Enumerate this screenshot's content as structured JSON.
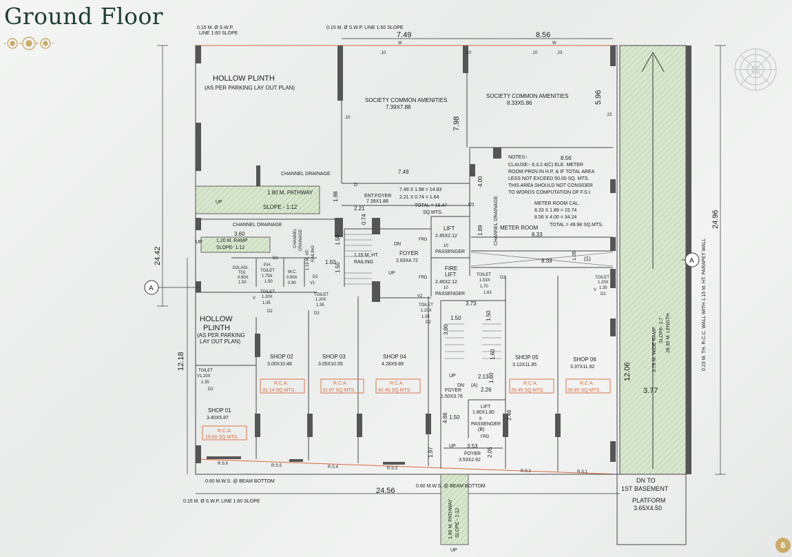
{
  "page": {
    "title": "Ground Floor",
    "page_number": "6"
  },
  "top_notes": {
    "swp_left": "0.15 M. Ø S.W.P.",
    "swp_left_line": "LINE 1:60 SLOPE",
    "swp_center": "0.15 M. Ø S.W.P. LINE 1:60 SLOPE",
    "swp_bottom": "0.15 M. Ø S.W.P. LINE 1:60 SLOPE"
  },
  "dimensions": {
    "top_749": "7.49",
    "top_856": "8.56",
    "left_2442": "24.42",
    "left_1218": "12.18",
    "right_2496": "24.96",
    "bottom_2456": "24.56",
    "v_798": "7.98",
    "v_596": "5.96",
    "v_1206": "12.06",
    "h_377": "3.77",
    "d_749b": "7.49",
    "d_221": "2.21",
    "d_198": "1.98",
    "d_074": "0.74",
    "d_856b": "8.56",
    "d_833a": "8.33",
    "d_833b": "8.33",
    "d_400": "4.00",
    "d_189": "1.89",
    "d_105": "1.05",
    "d_360": "3.60",
    "d_150a": "1.50",
    "d_150b": "1.50",
    "d_150c": "1.50",
    "d_373": "3.73",
    "d_150d": "1.50",
    "d_150e": "1.50",
    "d_390": "3.90",
    "d_213": "2.13",
    "d_226": "2.26",
    "d_160a": "1.60",
    "d_160b": "1.60",
    "d_246": "2.46",
    "d_486": "4.86",
    "d_150f": "1.50",
    "d_353": "3.53",
    "d_197": "1.97",
    "d_205": "2.05",
    "d_010": ".10",
    "d_023": ".23"
  },
  "rooms": {
    "hollow_plinth_1": "HOLLOW  PLINTH",
    "hollow_plinth_1_sub": "(AS  PER PARKING LAY OUT PLAN)",
    "hollow_plinth_2": "HOLLOW",
    "hollow_plinth_2b": "PLINTH",
    "hollow_plinth_2_sub": "(AS  PER PARKING",
    "hollow_plinth_2_sub2": "LAY OUT PLAN)",
    "sca1": "SOCIETY COMMON AMENITIES",
    "sca1_size": "7.39X7.88",
    "sca2": "SOCIETY COMMON AMENITIES",
    "sca2_size": "8.33X5.86",
    "channel_drainage_1": "CHANNEL DRAINAGE",
    "channel_drainage_2": "CHANNEL DRAINAGE",
    "channel_drainage_v1": "CHANNEL",
    "channel_drainage_v2": "DRAINAGE",
    "channel_drainage_v3": "CHANNEL DRAINAGE",
    "pathway": "1.80 M. PATHWAY",
    "pathway_slope": "SLOPE - 1:12",
    "up1": "UP",
    "ramp": "1.20 M. RAMP",
    "ramp_slope": "SLOPE- 1:12",
    "up2": "UP",
    "ent_foyer": "ENT.FOYER",
    "ent_foyer_size": "7.39X1.88",
    "calc_1": "7.49 X 1.98 = 14.83",
    "calc_2": "2.21 X 0.74 =   1.64",
    "calc_total": "TOTAL = 16.47",
    "calc_unit": "SQ.MTS.",
    "notes_title": "NOTES:-",
    "notes_1": "CLAUSE:- 6.3.2.4(C) ELE. METER",
    "notes_2": "ROOM PROV.IN H.P. & IF TOTAL AREA",
    "notes_3": "LESS NOT EXCEED 50.00 SQ. MTS.",
    "notes_4": "THIS AREA SHOULD NOT CONSIDER",
    "notes_5": "TO WORDS COMPUTATION  OF F.S.I.",
    "meter_calc": "METER ROOM CAL.",
    "meter_calc_1": "8.33 X 1.89 = 15.74",
    "meter_calc_2": "8.56 X 4.00 = 34.24",
    "meter_total": "TOTAL = 49.98 SQ.MTS.",
    "meter_room": "METER ROOM",
    "lift": "LIFT",
    "lift_size": "2.45X2.12",
    "lift_cap": "10",
    "lift_type": "PASSENGER",
    "fire_lift": "FIRE",
    "fire_lift_2": "LIFT",
    "fire_lift_size": "2.45X2.12",
    "fire_lift_cap": "10",
    "fire_lift_type": "PASSENGER",
    "foyer_main": "FOYER",
    "foyer_main_size": "2.63X4.72",
    "dn": "DN",
    "up3": "UP",
    "railing_1": "1.15 M. HT.",
    "railing_1b": "RAILING",
    "railing_2": "1.15 M. HT.",
    "railing_2b": "RAILING",
    "ladi_toi": "LADI.",
    "ladi_toi2": "TOI.",
    "ladi_size": "0.90X",
    "ladi_size2": "1.50",
    "ph_toilet": "P.H.",
    "ph_toilet2": "TOILET",
    "ph_toilet_size": "1.75X",
    "ph_toilet_size2": "1.50",
    "wc": "W.C.",
    "wc_size": "0.90X",
    "wc_size2": "0.90",
    "toilet": "TOILET",
    "toilet_size_120": "1.20X",
    "toilet_size_135": "1.35",
    "toilet_size_153": "1.53X",
    "toilet_size_170": "1.70",
    "toilet_size_163": "1.63",
    "shop_01": "SHOP 01",
    "shop_01_size": "3.40X5.87",
    "shop_02": "SHOP 02",
    "shop_02_size": "3.00X10.48",
    "shop_03": "SHOP 03",
    "shop_03_size": "3.05X10.55",
    "shop_04": "SHOP 04",
    "shop_04_size": "4.28X9.89",
    "shop_05": "SHOP 05",
    "shop_05_size": "3.12X11.85",
    "shop_06": "SHOP 06",
    "shop_06_size": "3.37X11.92",
    "rca": "R.C.A.",
    "rca_01": "19.60 SQ.MTS.",
    "rca_02": "31.14 SQ.MTS.",
    "rca_03": "31.87 SQ.MTS.",
    "rca_04": "42.45 SQ.MTS.",
    "rca_05": "39.45 SQ.MTS.",
    "rca_06": "39.85 SQ.MTS.",
    "foyer_a": "FOYER",
    "foyer_a_size": "1.50X3.76",
    "foyer_a_mark": "(A)",
    "lift_b": "LIFT",
    "lift_b_size": "1.80X1.80",
    "lift_b_cap": "6",
    "lift_b_type": "PASSENGER",
    "lift_b_mark": "(B)",
    "foyer_b": "FOYER",
    "foyer_b_size": "3.53X2.92",
    "frd": "FRD",
    "d": "D",
    "d1": "D1",
    "d2": "D2",
    "v": "V",
    "v1": "V1",
    "v2": "V2",
    "w": "W",
    "ramp_side": "3.78 M. WIDE RAMP",
    "ramp_side_slope": "SLOPE- 1:7",
    "ramp_side_len": "28.35 M. LENGTH",
    "parapet": "0.23 M. TH. R.C.C. WALL WITH 1.15 M. HT. PARAPET WALL",
    "dn_basement": "DN TO",
    "dn_basement2": "1ST BASEMENT",
    "platform": "PLATFORM",
    "platform_size": "3.65X4.50",
    "mws_left": "0.60 M.W.S. @ BEAM BOTTOM",
    "mws_center": "0.60 M.W.S. @ BEAM BOTTOM",
    "bottom_pathway": "1.80 M. PATHWAY",
    "bottom_pathway_slope": "SLOPE - 1:12",
    "bottom_up": "UP",
    "rs1": "R.S.1",
    "rs2": "R.S.2",
    "rs3": "R.S.3",
    "rs4": "R.S.4",
    "rs5": "R.S.5",
    "rs6": "R.S.6",
    "section_a": "A",
    "mark_1": "(1)"
  }
}
